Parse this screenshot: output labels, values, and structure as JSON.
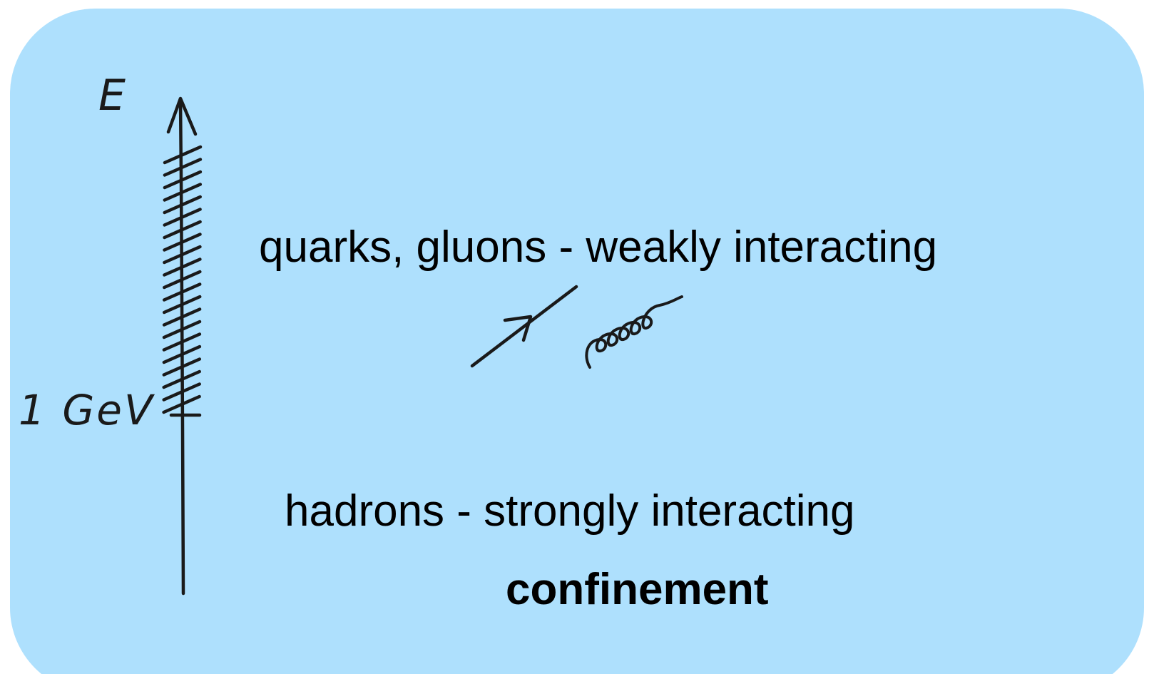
{
  "axis": {
    "energy_label": "E",
    "scale_label": "1 GeV"
  },
  "regions": {
    "upper_text": "quarks, gluons - weakly interacting",
    "lower_text": "hadrons - strongly interacting",
    "lower_emphasis": "confinement"
  },
  "symbols": {
    "quark": "arrow-line-icon",
    "gluon": "coiled-spring-icon"
  },
  "colors": {
    "panel_background": "#aee0fd",
    "ink": "#1a1a1a",
    "text": "#000000"
  }
}
